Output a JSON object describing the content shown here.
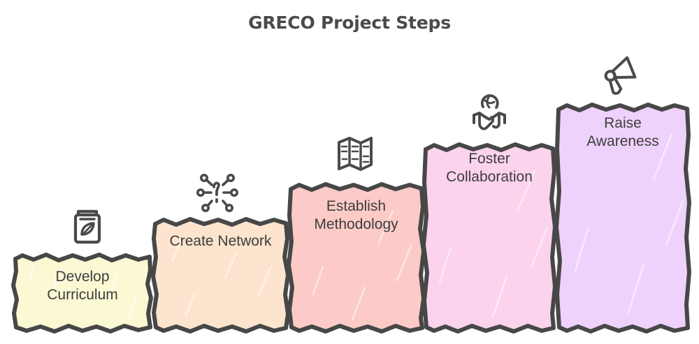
{
  "chart_data": {
    "type": "bar",
    "title": "GRECO Project Steps",
    "xlabel": "",
    "ylabel": "",
    "grid": false,
    "legend": "none",
    "orientation": "vertical-ascending-staircase",
    "categories": [
      "Develop Curriculum",
      "Create Network",
      "Establish Methodology",
      "Foster Collaboration",
      "Raise Awareness"
    ],
    "values": [
      1,
      2,
      3,
      4,
      5
    ],
    "ylim": [
      0,
      5
    ],
    "series": [
      {
        "name": "GRECO Project Steps",
        "values": [
          1,
          2,
          3,
          4,
          5
        ]
      }
    ],
    "bars": [
      {
        "label": "Develop Curriculum",
        "label_line1": "Develop",
        "label_line2": "Curriculum",
        "value": 1,
        "color": "#FBF8D4",
        "icon": "seed-packet-icon"
      },
      {
        "label": "Create Network",
        "label_line1": "Create Network",
        "label_line2": "",
        "value": 2,
        "color": "#FDE4CE",
        "icon": "network-hub-icon"
      },
      {
        "label": "Establish Methodology",
        "label_line1": "Establish",
        "label_line2": "Methodology",
        "value": 3,
        "color": "#FCCBC7",
        "icon": "map-icon"
      },
      {
        "label": "Foster Collaboration",
        "label_line1": "Foster",
        "label_line2": "Collaboration",
        "value": 4,
        "color": "#FBD3EC",
        "icon": "handshake-globe-icon"
      },
      {
        "label": "Raise Awareness",
        "label_line1": "Raise",
        "label_line2": "Awareness",
        "value": 5,
        "color": "#EFD2FB",
        "icon": "megaphone-icon"
      }
    ]
  },
  "colors": {
    "title_text": "#4a4a4a",
    "label_text": "#3d3d3d",
    "outline": "#474747",
    "background": "#ffffff",
    "bar_1": "#FBF8D4",
    "bar_2": "#FDE4CE",
    "bar_3": "#FCCBC7",
    "bar_4": "#FBD3EC",
    "bar_5": "#EFD2FB"
  },
  "labels": {
    "step_1": "Develop\nCurriculum",
    "step_2": "Create Network",
    "step_3": "Establish\nMethodology",
    "step_4": "Foster\nCollaboration",
    "step_5": "Raise\nAwareness"
  }
}
